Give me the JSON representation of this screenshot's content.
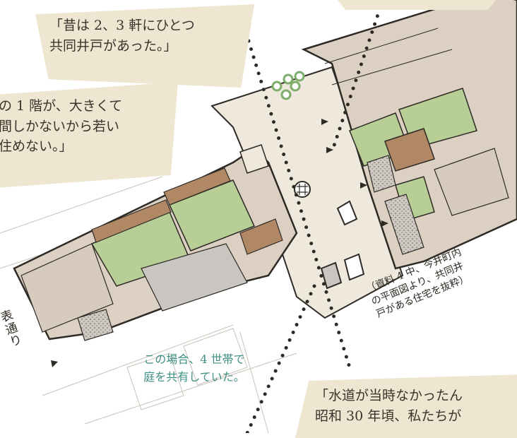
{
  "callouts": {
    "top_left": "「昔は 2、3 軒にひとつ\n共同井戸があった。」",
    "left": "の 1 階が、大きくて\n間しかないから若い\n住めない。」",
    "bottom_right": "「水道が当時なかったん\n昭和 30 年頃、私たちが"
  },
  "note": "この場合、4 世帯で\n庭を共有していた。",
  "road_label": "表\n通\nり",
  "source_label": "（資料 4 中、今井町内\nの平面図より、共同井\n戸がある住宅を抜粋）",
  "colors": {
    "callout_bg": "#efe6d1",
    "yard": "#efe9dd",
    "house_wall": "#dcd0c2",
    "tatami": "#b7ce97",
    "wood": "#b08866",
    "earth_floor": "#c9c5c0",
    "teal_text": "#3f8f84"
  }
}
